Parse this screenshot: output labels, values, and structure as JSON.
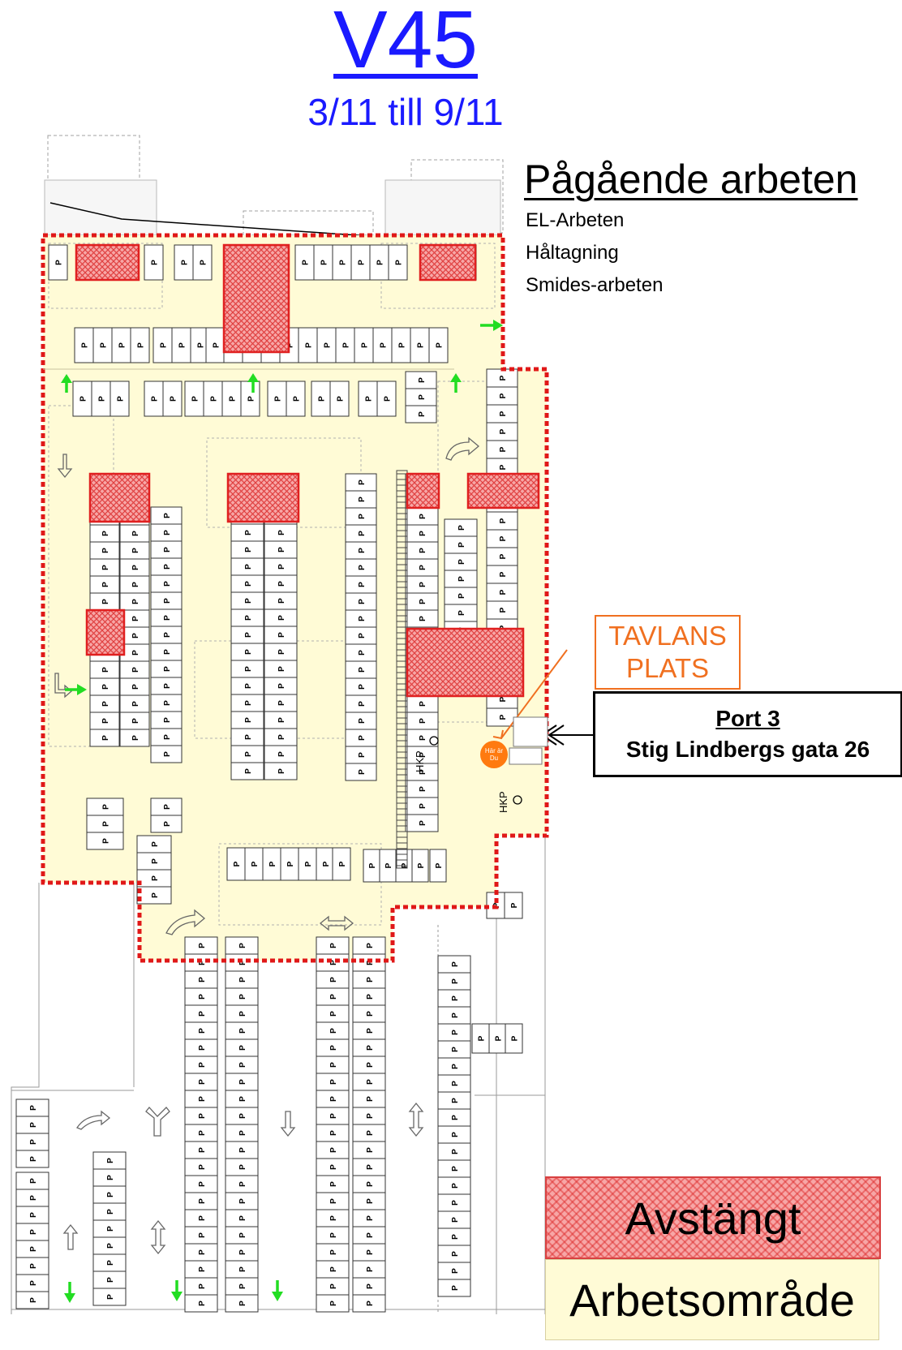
{
  "header": {
    "week": "V45",
    "date_range": "3/11 till 9/11"
  },
  "ongoing_work": {
    "title": "Pågående arbeten",
    "items": [
      "EL-Arbeten",
      "Håltagning",
      "Smides-arbeten"
    ]
  },
  "board_location": {
    "line1": "TAVLANS",
    "line2": "PLATS"
  },
  "port": {
    "name": "Port 3",
    "address": "Stig Lindbergs gata 26"
  },
  "you_are_here": {
    "line1": "Här är",
    "line2": "Du"
  },
  "parking_symbol": "P",
  "accessible_parking_label": "HKP",
  "legend": {
    "closed": "Avstängt",
    "work_area": "Arbetsområde"
  },
  "colors": {
    "title_blue": "#1a1aff",
    "work_area_fill": "#fffbd6",
    "closed_red": "#e03030",
    "board_orange": "#f07020",
    "exit_arrow_green": "#22dd22"
  }
}
